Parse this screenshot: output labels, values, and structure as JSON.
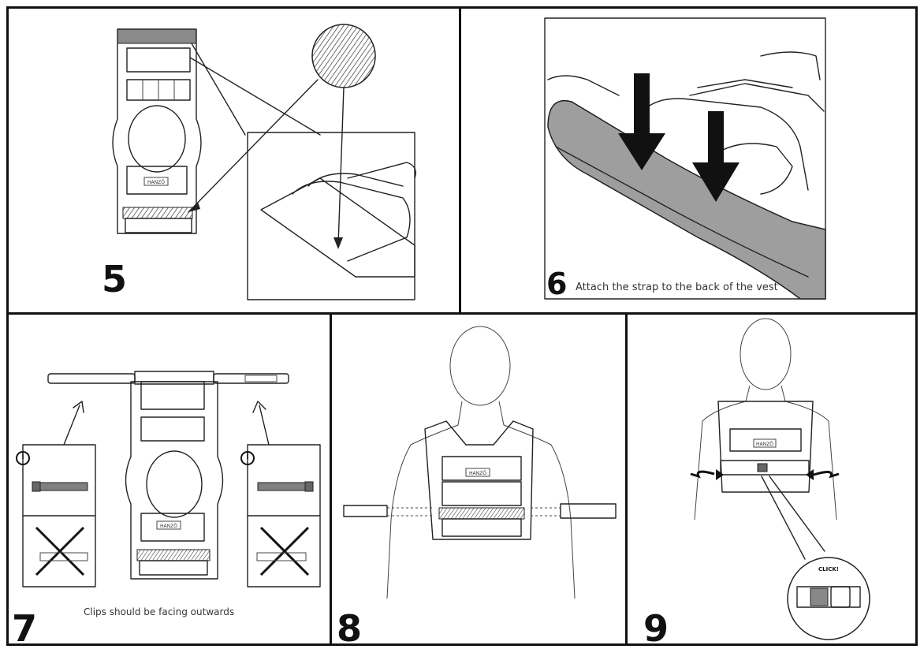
{
  "steps": [
    {
      "number": "5",
      "caption": ""
    },
    {
      "number": "6",
      "caption": "Attach the strap to the back of the vest"
    },
    {
      "number": "7",
      "caption": "Clips should be facing outwards"
    },
    {
      "number": "8",
      "caption": ""
    },
    {
      "number": "9",
      "caption": ""
    }
  ],
  "labels": {
    "brand": "HANZŌ",
    "click": "CLICK!",
    "info_glyph": "i"
  },
  "colors": {
    "strap_gray": "#9e9e9e",
    "outline": "#222222",
    "band_gray": "#808080"
  }
}
